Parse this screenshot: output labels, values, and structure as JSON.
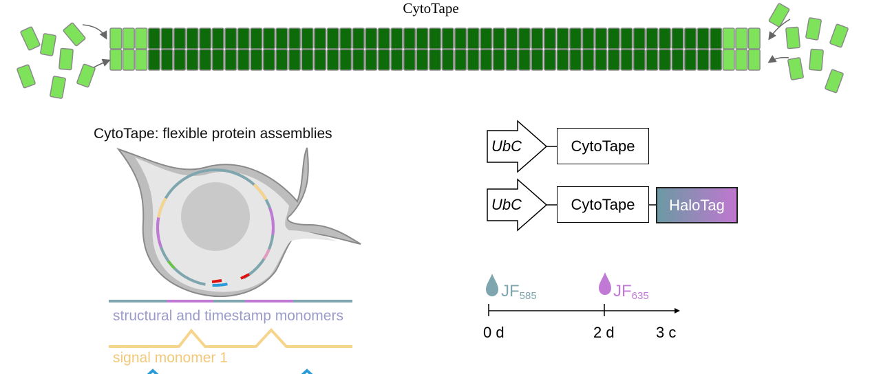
{
  "title": "CytoTape",
  "caption": "CytoTape: flexible protein assemblies",
  "labels": {
    "structural": "structural and timestamp monomers",
    "signal": "signal monomer 1"
  },
  "constructs": [
    {
      "promoter": "UbC",
      "gene": "CytoTape",
      "tag": ""
    },
    {
      "promoter": "UbC",
      "gene": "CytoTape",
      "tag": "HaloTag"
    }
  ],
  "timeline": {
    "dyes": [
      {
        "name": "JF",
        "subscript": "585",
        "color": "#7fa6ae"
      },
      {
        "name": "JF",
        "subscript": "635",
        "color": "#c07ad6"
      }
    ],
    "ticks": [
      "0 d",
      "2 d",
      "3 c"
    ]
  },
  "colors": {
    "monomer_light": "#7ee35a",
    "monomer_dark": "#0d6b0a",
    "structural": "#7fa6ae",
    "timestamp": "#c07ad6",
    "signal": "#f7d48c"
  }
}
